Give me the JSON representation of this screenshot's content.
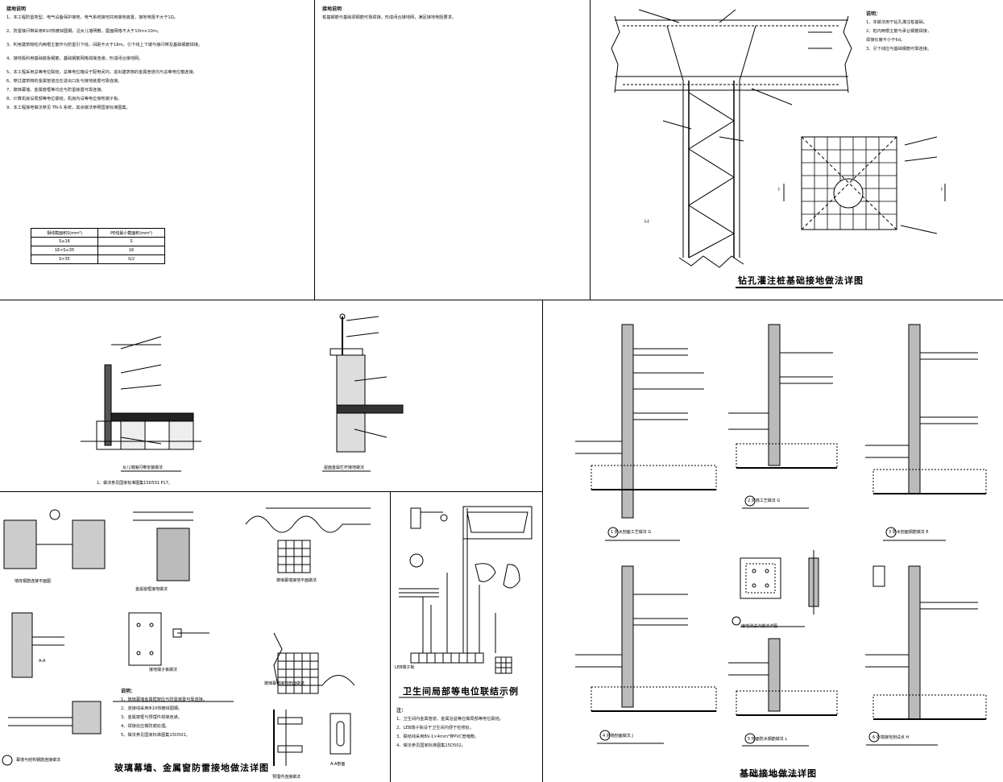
{
  "notes_panel": {
    "title": "接地说明",
    "items": [
      "1、本工程防雷类型，电气设备保护接地，电气系统接地共用接地装置，接地电阻不大于1Ω。",
      "2、防雷接闪带采用Φ10热镀锌圆钢，沿女儿墙明敷，屋面网格不大于10m×10m。",
      "3、利用建筑物柱内两根主筋作为防雷引下线，间距不大于18m，引下线上下端与接闪带及基础钢筋焊接。",
      "4、接地极利用基础底板钢筋，基础钢筋网格焊接连通，形成闭合接地网。",
      "5、本工程采用总等电位联结，总等电位箱设于配电间内，进出建筑物的金属管道均与总等电位箱连接。",
      "6、穿过建筑物的金属管道应在进出口处与接地装置可靠连接。",
      "7、玻璃幕墙、金属窗框等均应与防雷装置可靠连接。",
      "8、计算机房设局部等电位联结，机房内设等电位接地端子板。",
      "9、本工程接地做法参见 TN-S 系统，其余做法参照国家标准图集。"
    ],
    "table": {
      "headers": [
        "相线截面积S(mm²)",
        "PE线最小截面积(mm²)"
      ],
      "rows": [
        [
          "S≤16",
          "S"
        ],
        [
          "16<S≤35",
          "16"
        ],
        [
          "S>35",
          "S/2"
        ]
      ]
    }
  },
  "middle_note": {
    "title": "接地说明",
    "text": "桩基钢筋与基础梁钢筋可靠焊接，形成闭合接地网，满足接地电阻要求。"
  },
  "pile_detail": {
    "title": "钻孔灌注桩基础接地做法详图",
    "section_label": "I-I",
    "cut_marks": [
      "I",
      "I"
    ],
    "notes_title": "说明：",
    "notes": [
      "1、本做法用于钻孔灌注桩基础。",
      "2、桩内两根主筋与承台钢筋焊接，",
      "   焊接长度不小于6d。",
      "3、引下线应与基础钢筋可靠连接。"
    ]
  },
  "roof_details": {
    "titles": [
      "女儿墙接闪带安装做法",
      "屋面金属栏杆接地做法"
    ],
    "note": "1、做法参见国家标准图集15D501 P17。"
  },
  "window_details": {
    "main_title": "玻璃幕墙、金属窗防雷接地做法详图",
    "titles": [
      "墙体钢筋连接平面图",
      "金属窗框接地做法",
      "接地端子板做法",
      "玻璃幕墙接地平面做法",
      "玻璃幕墙接地剖面做法",
      "预埋件连接做法",
      "A-A剖面",
      "幕墙与结构钢筋连接做法"
    ],
    "section_marks": [
      "A-A"
    ],
    "notes_title": "说明：",
    "notes": [
      "1、玻璃幕墙金属框架应与防雷装置可靠连接。",
      "2、连接线采用Φ10热镀锌圆钢。",
      "3、金属窗框与预埋件焊接连通。",
      "4、焊接处应做防腐处理。",
      "5、做法参见国家标准图集15D501。"
    ]
  },
  "bathroom_detail": {
    "title": "卫生间局部等电位联结示例",
    "box_label": "LEB端子板",
    "notes_title": "注：",
    "notes": [
      "1、卫生间内金属管道、金属浴盆等应做局部等电位联结。",
      "2、LEB端子板设于卫生间内便于检修处。",
      "3、联结线采用BV-1×4mm²穿PVC管暗敷。",
      "4、做法参见国家标准图集15D502。"
    ]
  },
  "foundation_details": {
    "main_title": "基础接地做法详图",
    "captions": [
      {
        "num": "1",
        "text": "防水剖面工艺做法",
        "tag": "G"
      },
      {
        "num": "2",
        "text": "外墙工艺做法",
        "tag": "G"
      },
      {
        "num": "3",
        "text": "防水剖面钢筋做法",
        "tag": "E"
      },
      {
        "num": "4",
        "text": "外墙剖面做法",
        "tag": "J"
      },
      {
        "num": "5",
        "text": "地面防水钢筋做法",
        "tag": "L"
      },
      {
        "num": "6",
        "text": "外墙接地测试点",
        "tag": "H"
      }
    ],
    "plan_caption": "接地测试点做法详图"
  }
}
